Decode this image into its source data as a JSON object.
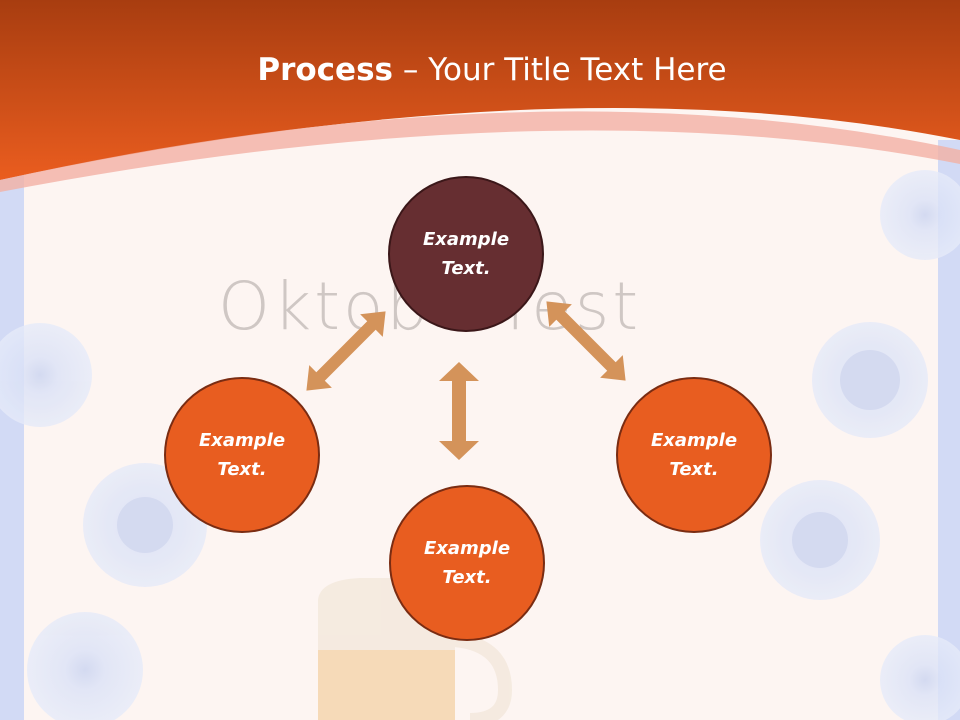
{
  "slide": {
    "title_bold": "Process",
    "title_rest": " – Your Title Text Here",
    "watermark": "Oktoberfest"
  },
  "diagram": {
    "nodes": [
      {
        "id": "top",
        "label": "Example Text."
      },
      {
        "id": "left",
        "label": "Example Text."
      },
      {
        "id": "right",
        "label": "Example Text."
      },
      {
        "id": "bottom",
        "label": "Example Text."
      }
    ]
  },
  "colors": {
    "header": "#e85d20",
    "node_center": "#662e31",
    "node_outer": "#e85d20",
    "arrow": "#d4935a",
    "side_band": "#d2daf5"
  }
}
